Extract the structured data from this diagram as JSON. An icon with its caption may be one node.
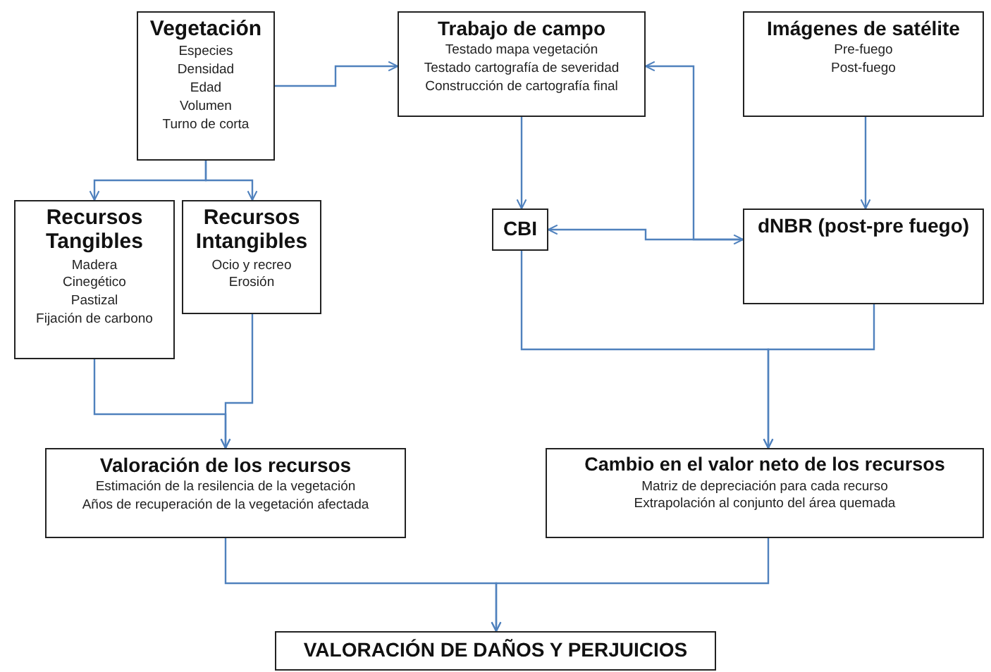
{
  "diagram": {
    "nodes": [
      {
        "text": [
          "Vegetación",
          "Especies",
          "Densidad",
          "Edad",
          "Volumen",
          "Turno de corta"
        ]
      },
      {
        "text": [
          "Trabajo de campo",
          "Testado mapa vegetación",
          "Testado cartografía de severidad",
          "Construcción de cartografía final"
        ]
      },
      {
        "text": [
          "Imágenes de satélite",
          "Pre-fuego",
          "Post-fuego"
        ]
      },
      {
        "text": [
          "Recursos Tangibles",
          "Madera",
          "Cinegético",
          "Pastizal",
          "Fijación de carbono"
        ]
      },
      {
        "text": [
          "Recursos Intangibles",
          "Ocio y recreo",
          "Erosión"
        ]
      },
      {
        "text": [
          "CBI"
        ]
      },
      {
        "text": [
          "dNBR (post-pre fuego)"
        ]
      },
      {
        "text": [
          "Valoración de los recursos",
          "Estimación de la resilencia de la vegetación",
          "Años de recuperación de la vegetación afectada"
        ]
      },
      {
        "text": [
          "Cambio en el valor neto de los recursos",
          "Matriz de depreciación para cada recurso",
          "Extrapolación al conjunto del área quemada"
        ]
      },
      {
        "text": [
          "VALORACIÓN DE DAÑOS Y PERJUICIOS"
        ]
      }
    ],
    "edges": [
      {
        "from": 0,
        "to": 1,
        "arrow": "to"
      },
      {
        "from": 0,
        "to": 3,
        "arrow": "to"
      },
      {
        "from": 0,
        "to": 4,
        "arrow": "to"
      },
      {
        "from": 1,
        "to": 5,
        "arrow": "to"
      },
      {
        "from": 2,
        "to": 6,
        "arrow": "to"
      },
      {
        "from": 5,
        "to": 6,
        "arrow": "both"
      },
      {
        "from": 6,
        "to": 1,
        "arrow": "to"
      },
      {
        "from": 3,
        "to": 7,
        "arrow": "to"
      },
      {
        "from": 4,
        "to": 7,
        "arrow": "to"
      },
      {
        "from": 5,
        "to": 8,
        "arrow": "to"
      },
      {
        "from": 6,
        "to": 8,
        "arrow": "to"
      },
      {
        "from": 7,
        "to": 9,
        "arrow": "to"
      },
      {
        "from": 8,
        "to": 9,
        "arrow": "to"
      }
    ]
  }
}
